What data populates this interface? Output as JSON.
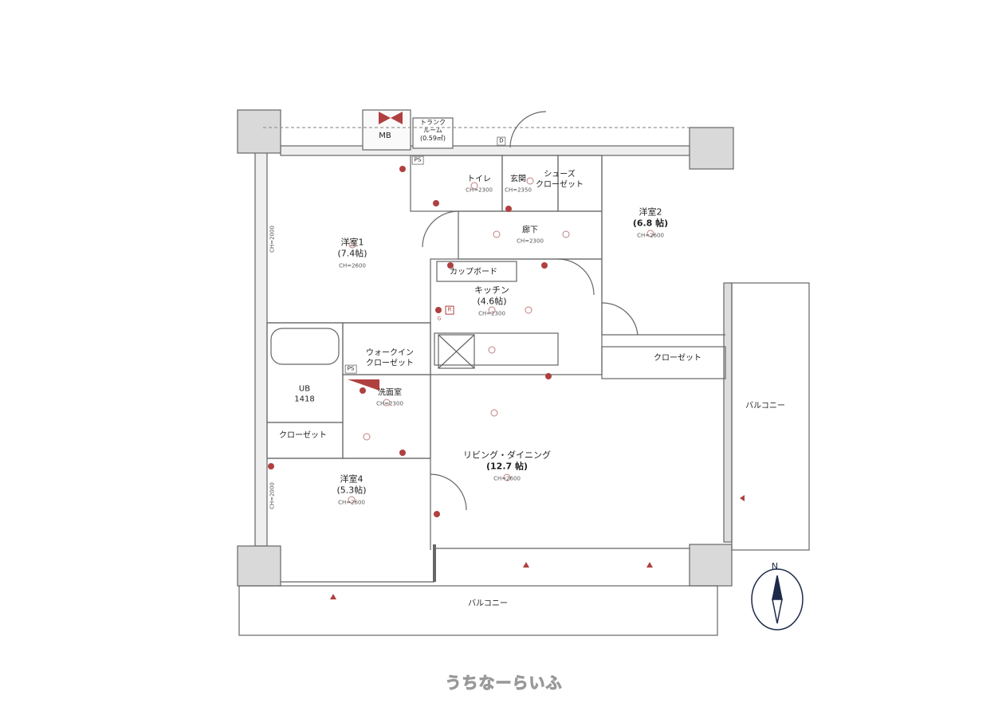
{
  "rooms": {
    "western1": {
      "name": "洋室1",
      "area": "(7.4帖)",
      "ch": "CH=2600"
    },
    "western2": {
      "name": "洋室2",
      "area": "(6.8 帖)",
      "ch": "CH=2600"
    },
    "western4": {
      "name": "洋室4",
      "area": "(5.3帖)",
      "ch": "CH=2600"
    },
    "kitchen": {
      "name": "キッチン",
      "area": "(4.6帖)",
      "ch": "CH=2300"
    },
    "living": {
      "name": "リビング・ダイニング",
      "area": "(12.7 帖)",
      "ch": "CH=2600"
    },
    "toilet": {
      "name": "トイレ",
      "ch": "CH=2300"
    },
    "entrance": {
      "name": "玄関",
      "ch": "CH=2350"
    },
    "shoes": {
      "name": "シューズ\nクローゼット"
    },
    "hallway": {
      "name": "廊下",
      "ch": "CH=2300"
    },
    "walkin": {
      "name": "ウォークイン\nクローゼット"
    },
    "washroom": {
      "name": "洗面室",
      "ch": "CH=2300"
    },
    "bath": {
      "name": "UB",
      "size": "1418"
    },
    "closet_west": {
      "name": "クローゼット"
    },
    "closet_east": {
      "name": "クローゼット"
    },
    "cupboard": {
      "name": "カップボード"
    },
    "trunk": {
      "name": "トランク\nルーム",
      "area": "(0.59㎡)"
    },
    "mb": {
      "name": "MB"
    },
    "balcony_east": {
      "name": "バルコニー"
    },
    "balcony_south": {
      "name": "バルコニー"
    }
  },
  "marks": {
    "ps1": "PS",
    "ps2": "PS",
    "d": "D",
    "r": "R",
    "g": "G",
    "ch_wall_upper": "CH=2000",
    "ch_wall_lower": "CH=2000"
  },
  "compass": {
    "label": "N"
  },
  "watermark": "うちなーらいふ",
  "colors": {
    "wall": "#d9d9d9",
    "line": "#555555",
    "accent": "#b04040",
    "compass": "#1e2a4a"
  }
}
